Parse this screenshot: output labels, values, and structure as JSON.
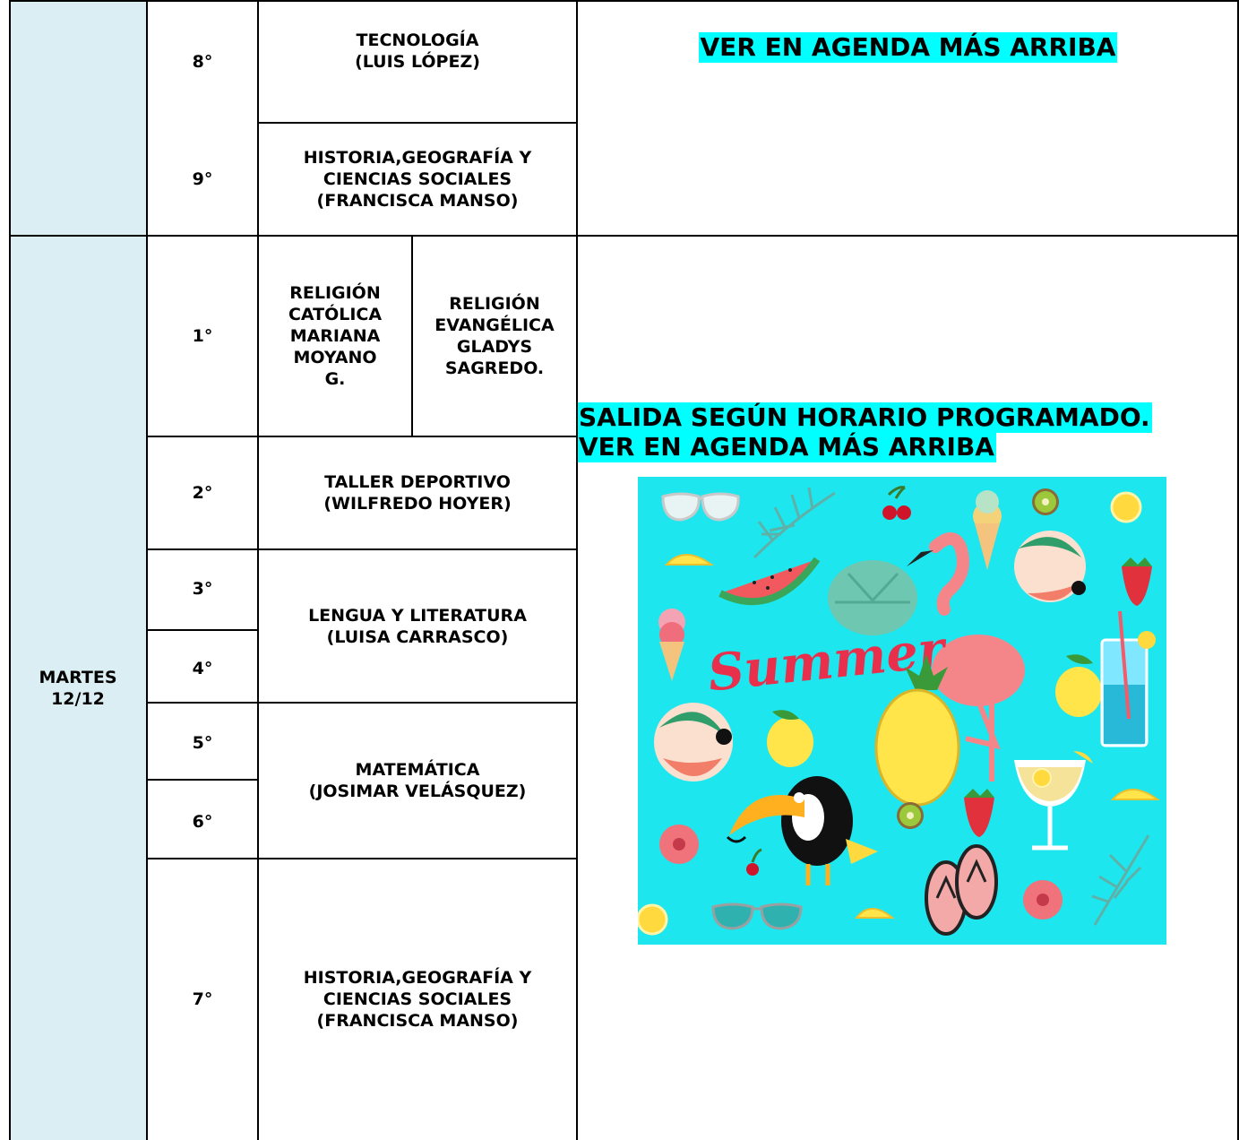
{
  "block_top": {
    "rows": [
      {
        "grade": "8°",
        "subject": "TECNOLOGÍA\n(LUIS LÓPEZ)"
      },
      {
        "grade": "9°",
        "subject": "HISTORIA,GEOGRAFÍA Y\nCIENCIAS SOCIALES\n(FRANCISCA MANSO)"
      }
    ],
    "note": "VER EN AGENDA MÁS ARRIBA"
  },
  "block_martes": {
    "day": "MARTES\n12/12",
    "rows": [
      {
        "grade": "1°",
        "subject_a": "RELIGIÓN\nCATÓLICA\nMARIANA\nMOYANO\nG.",
        "subject_b": "RELIGIÓN\nEVANGÉLICA\nGLADYS\nSAGREDO."
      },
      {
        "grade": "2°",
        "subject": "TALLER DEPORTIVO\n(WILFREDO HOYER)"
      },
      {
        "grade": "3°"
      },
      {
        "grade": "4°",
        "subject_34": "LENGUA Y LITERATURA\n(LUISA CARRASCO)"
      },
      {
        "grade": "5°"
      },
      {
        "grade": "6°",
        "subject_56": "MATEMÁTICA\n(JOSIMAR VELÁSQUEZ)"
      },
      {
        "grade": "7°",
        "subject": "HISTORIA,GEOGRAFÍA Y\nCIENCIAS SOCIALES\n(FRANCISCA MANSO)"
      }
    ],
    "note_line1": "SALIDA SEGÚN HORARIO PROGRAMADO.",
    "note_line2": "VER EN AGENDA MÁS ARRIBA",
    "illustration": {
      "word": "Summer",
      "background_color": "#1ee6ee",
      "items": [
        "sunglasses-icon",
        "palm-leaf-icon",
        "cherry-icon",
        "ice-cream-icon",
        "kiwi-icon",
        "lemon-icon",
        "pineapple-slice-icon",
        "watermelon-icon",
        "monstera-leaf-icon",
        "flamingo-icon",
        "beach-ball-icon",
        "strawberry-icon",
        "drink-glass-icon",
        "pineapple-icon",
        "toucan-icon",
        "cocktail-icon",
        "hibiscus-icon",
        "flip-flops-icon"
      ]
    }
  },
  "colors": {
    "day_column": "#daeef3",
    "highlight": "#00ffff",
    "border": "#000000"
  }
}
